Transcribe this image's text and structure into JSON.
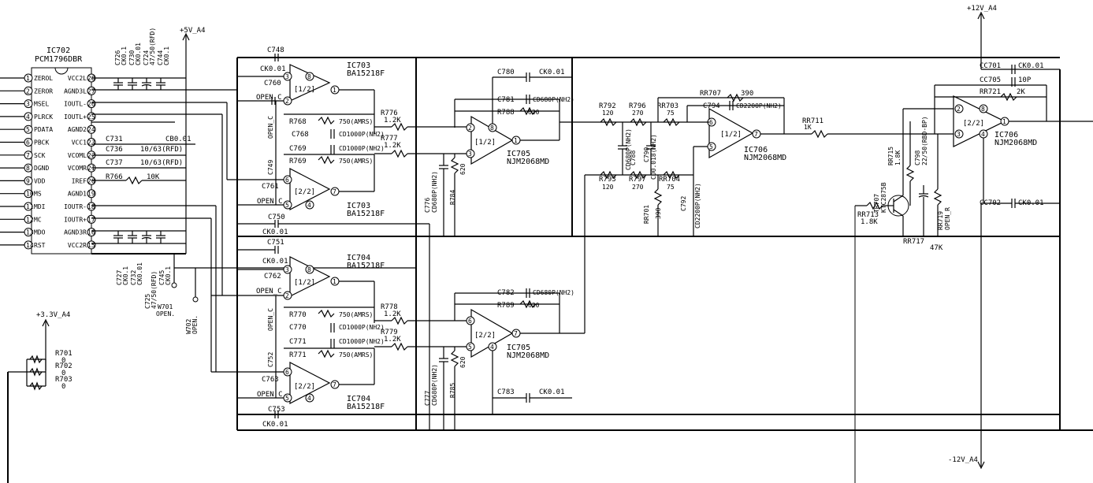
{
  "power": {
    "v12_top": "+12V_A4",
    "v12_bottom": "-12V_A4",
    "v5": "+5V_A4",
    "v33": "+3.3V_A4"
  },
  "ic702": {
    "ref": "IC702",
    "part": "PCM1796DBR",
    "left_pins": [
      {
        "num": "1",
        "name": "ZEROL"
      },
      {
        "num": "2",
        "name": "ZEROR"
      },
      {
        "num": "3",
        "name": "MSEL"
      },
      {
        "num": "4",
        "name": "PLRCK"
      },
      {
        "num": "5",
        "name": "PDATA"
      },
      {
        "num": "6",
        "name": "PBCK"
      },
      {
        "num": "7",
        "name": "SCK"
      },
      {
        "num": "8",
        "name": "DGND"
      },
      {
        "num": "9",
        "name": "VDD"
      },
      {
        "num": "10",
        "name": "MS"
      },
      {
        "num": "11",
        "name": "MDI"
      },
      {
        "num": "12",
        "name": "MC"
      },
      {
        "num": "13",
        "name": "MDO"
      },
      {
        "num": "14",
        "name": "RST"
      }
    ],
    "right_pins": [
      {
        "num": "28",
        "name": "VCC2L"
      },
      {
        "num": "27",
        "name": "AGND3L"
      },
      {
        "num": "26",
        "name": "IOUTL-"
      },
      {
        "num": "25",
        "name": "IOUTL+"
      },
      {
        "num": "24",
        "name": "AGND2"
      },
      {
        "num": "23",
        "name": "VCC1"
      },
      {
        "num": "22",
        "name": "VCOML"
      },
      {
        "num": "21",
        "name": "VCOMR"
      },
      {
        "num": "20",
        "name": "IREF"
      },
      {
        "num": "19",
        "name": "AGND1"
      },
      {
        "num": "18",
        "name": "IOUTR-"
      },
      {
        "num": "17",
        "name": "IOUTR+"
      },
      {
        "num": "16",
        "name": "AGND3R"
      },
      {
        "num": "15",
        "name": "VCC2R"
      }
    ]
  },
  "ic_top_caps": [
    "C726",
    "CK0.1",
    "C730",
    "CK0.01",
    "C724",
    "47/50(RFD)",
    "C744",
    "CK0.1"
  ],
  "ic_bot_caps": [
    "C727",
    "CK0.1",
    "C732",
    "CK0.01",
    "C725",
    "47/50(RFD)",
    "C745",
    "CK0.1"
  ],
  "mid_parts": {
    "c731": "C731",
    "c731v": "CB0.01",
    "c736": "C736",
    "c736v": "10/63(RFD)",
    "c737": "C737",
    "c737v": "10/63(RFD)",
    "r766": "R766",
    "r766v": "10K"
  },
  "w701": {
    "ref": "W701",
    "val": "OPEN."
  },
  "w702": {
    "ref": "W702",
    "val": "OPEN."
  },
  "r701": {
    "ref": "R701",
    "val": "0"
  },
  "r702": {
    "ref": "R702",
    "val": "0"
  },
  "r703": {
    "ref": "R703",
    "val": "0"
  },
  "ic703a": {
    "ref": "IC703",
    "part": "BA15218F",
    "half": "[1/2]",
    "p3": "3",
    "p2": "2",
    "p1": "1",
    "p8": "8"
  },
  "ic703b": {
    "ref": "IC703",
    "part": "BA15218F",
    "half": "[2/2]",
    "p6": "6",
    "p5": "5",
    "p7": "7",
    "p4": "4"
  },
  "ic704a": {
    "ref": "IC704",
    "part": "BA15218F",
    "half": "[1/2]",
    "p3": "3",
    "p2": "2",
    "p1": "1",
    "p8": "8"
  },
  "ic704b": {
    "ref": "IC704",
    "part": "BA15218F",
    "half": "[2/2]",
    "p6": "6",
    "p5": "5",
    "p7": "7",
    "p4": "4"
  },
  "ic705a": {
    "ref": "IC705",
    "part": "NJM2068MD",
    "half": "[1/2]",
    "p2": "2",
    "p3": "3",
    "p1": "1",
    "p8": "8"
  },
  "ic705b": {
    "ref": "IC705",
    "part": "NJM2068MD",
    "half": "[2/2]",
    "p6": "6",
    "p5": "5",
    "p7": "7",
    "p4": "4"
  },
  "ic706a": {
    "ref": "IC706",
    "part": "NJM2068MD",
    "half": "[1/2]",
    "p6": "6",
    "p5": "5",
    "p7": "7"
  },
  "ic706b": {
    "ref": "IC706",
    "part": "NJM2068MD",
    "half": "[2/2]",
    "p2": "2",
    "p3": "3",
    "p1": "1",
    "p8": "8",
    "p4": "4"
  },
  "upper_block": {
    "c748": "C748",
    "c748v": "CK0.01",
    "c760": "C760",
    "c760v": "OPEN_C",
    "c749": "C749",
    "c749v": "OPEN_C",
    "r768": "R768",
    "c768": "C768",
    "c768v": "CD1000P(NH2)",
    "r768v": "750(AMRS)",
    "c769": "C769",
    "c769v": "CD1000P(NH2)",
    "r769": "R769",
    "r769v": "750(AMRS)",
    "c761": "C761",
    "c761v": "OPEN_C",
    "r776": "R776",
    "r776v": "1.2K",
    "r777": "R777",
    "r777v": "1.2K",
    "c750": "C750",
    "c750v": "CK0.01"
  },
  "lower_block": {
    "c751": "C751",
    "c751v": "CK0.01",
    "c762": "C762",
    "c762v": "OPEN_C",
    "c752": "C752",
    "c752v": "OPEN_C",
    "r770": "R770",
    "r770v": "750(AMRS)",
    "c770": "C770",
    "c770v": "CD1000P(NH2)",
    "c771": "C771",
    "c771v": "CD1000P(NH2)",
    "r771": "R771",
    "r771v": "750(AMRS)",
    "c763": "C763",
    "c763v": "OPEN_C",
    "r778": "R778",
    "r778v": "1.2K",
    "r779": "R779",
    "r779v": "1.2K",
    "c753": "C753",
    "c753v": "CK0.01"
  },
  "ic705_parts": {
    "c780": "C780",
    "c780v": "CK0.01",
    "c781": "C781",
    "c781v": "CD680P(NH2)",
    "r788": "R788",
    "r788v": "620",
    "c776": "C776",
    "c776v": "CD680P(NH2)",
    "r784": "R784",
    "r784v": "620",
    "c782": "C782",
    "c782v": "CD680P(NH2)",
    "r789": "R789",
    "r789v": "620",
    "c777": "C777",
    "c777v": "CD680P(NH2)",
    "r785": "R785",
    "r785v": "620",
    "c783": "C783",
    "c783v": "CK0.01"
  },
  "ic706_parts": {
    "r792": "R792",
    "r792v": "120",
    "r796": "R796",
    "r796v": "270",
    "rr703": "RR703",
    "rr703v": "75",
    "rr707": "RR707",
    "rr707v": "390",
    "c794": "C794",
    "c794v": "CD2200P(NH2)",
    "c788": "C788",
    "c788v": "CD680P(NH2)",
    "c790": "C790",
    "c790v": "CD0.018(NH2)",
    "r793": "R793",
    "r793v": "120",
    "r797": "R797",
    "r797v": "270",
    "rr704": "RR704",
    "rr704v": "75",
    "rr701": "RR701",
    "rr701v": "390",
    "c792": "C792",
    "c792v": "CD2200P(NH2)",
    "rr711": "RR711",
    "rr711v": "1K"
  },
  "right_parts": {
    "cc701": "CC701",
    "cc701v": "CK0.01",
    "cc705": "CC705",
    "cc705v": "10P",
    "rr721": "RR721",
    "rr721v": "2K",
    "cc702": "CC702",
    "cc702v": "CK0.01",
    "tr707": "TR707",
    "tr707v": "KTC2875B",
    "rr715": "RR715",
    "rr715v": "1.8K",
    "c798": "C798",
    "c798v": "22/50(RBD-BP)",
    "rr719": "RR719",
    "rr719v": "OPEN_R",
    "rr713": "RR713",
    "rr713v": "1.8K",
    "rr717": "RR717",
    "rr717v": "47K"
  }
}
